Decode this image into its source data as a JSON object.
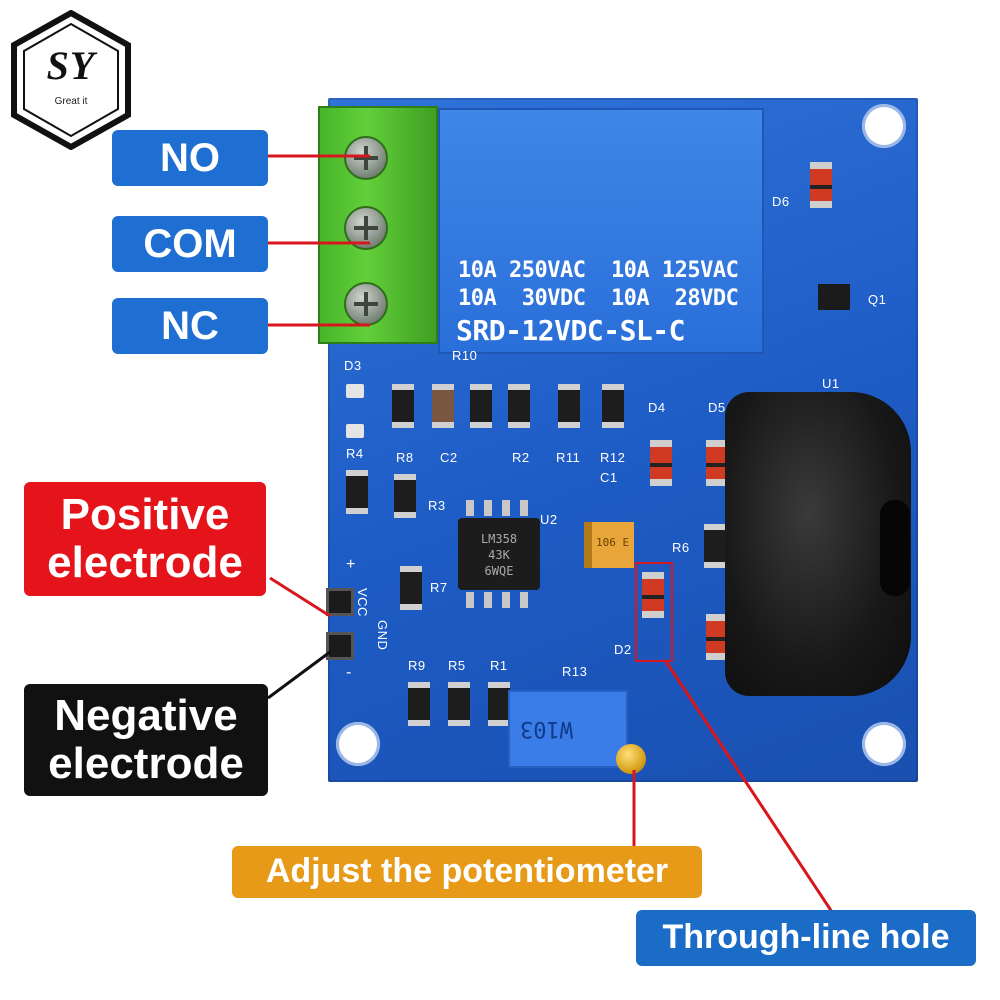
{
  "logo": {
    "letters": "SY",
    "tagline": "Great it"
  },
  "callouts": {
    "no": "NO",
    "com": "COM",
    "nc": "NC",
    "positive": "Positive electrode",
    "negative": "Negative electrode",
    "potentiometer": "Adjust the potentiometer",
    "through_hole": "Through-line hole"
  },
  "relay": {
    "line1": "10A 250VAC  10A 125VAC",
    "line2": "10A  30VDC  10A  28VDC",
    "model": "SRD-12VDC-SL-C"
  },
  "silkscreen": {
    "d3": "D3",
    "r10": "R10",
    "d4": "D4",
    "d5": "D5",
    "u1": "U1",
    "d6": "D6",
    "q1": "Q1",
    "r4": "R4",
    "r8": "R8",
    "c2": "C2",
    "r2": "R2",
    "r11": "R11",
    "r12": "R12",
    "c1": "C1",
    "r3": "R3",
    "u2": "U2",
    "r6": "R6",
    "r7": "R7",
    "d2": "D2",
    "r9": "R9",
    "r5": "R5",
    "r1": "R1",
    "r13": "R13",
    "vcc": "VCC",
    "gnd": "GND",
    "plus": "+",
    "minus": "-"
  },
  "chip": {
    "line1": "LM358",
    "line2": "43K",
    "line3": "6WQE"
  },
  "capacitor": {
    "label": "106 E"
  },
  "potentiometer": {
    "label": "W103"
  },
  "colors": {
    "pcb": "#1d5bc4",
    "terminal": "#4fbf2d",
    "relay": "#2a6fd9",
    "callout_blue": "#1f6fd3",
    "callout_red": "#e5141b",
    "callout_black": "#111111",
    "callout_orange": "#e79a17",
    "leader_red": "#d8161d",
    "leader_black": "#111111"
  }
}
